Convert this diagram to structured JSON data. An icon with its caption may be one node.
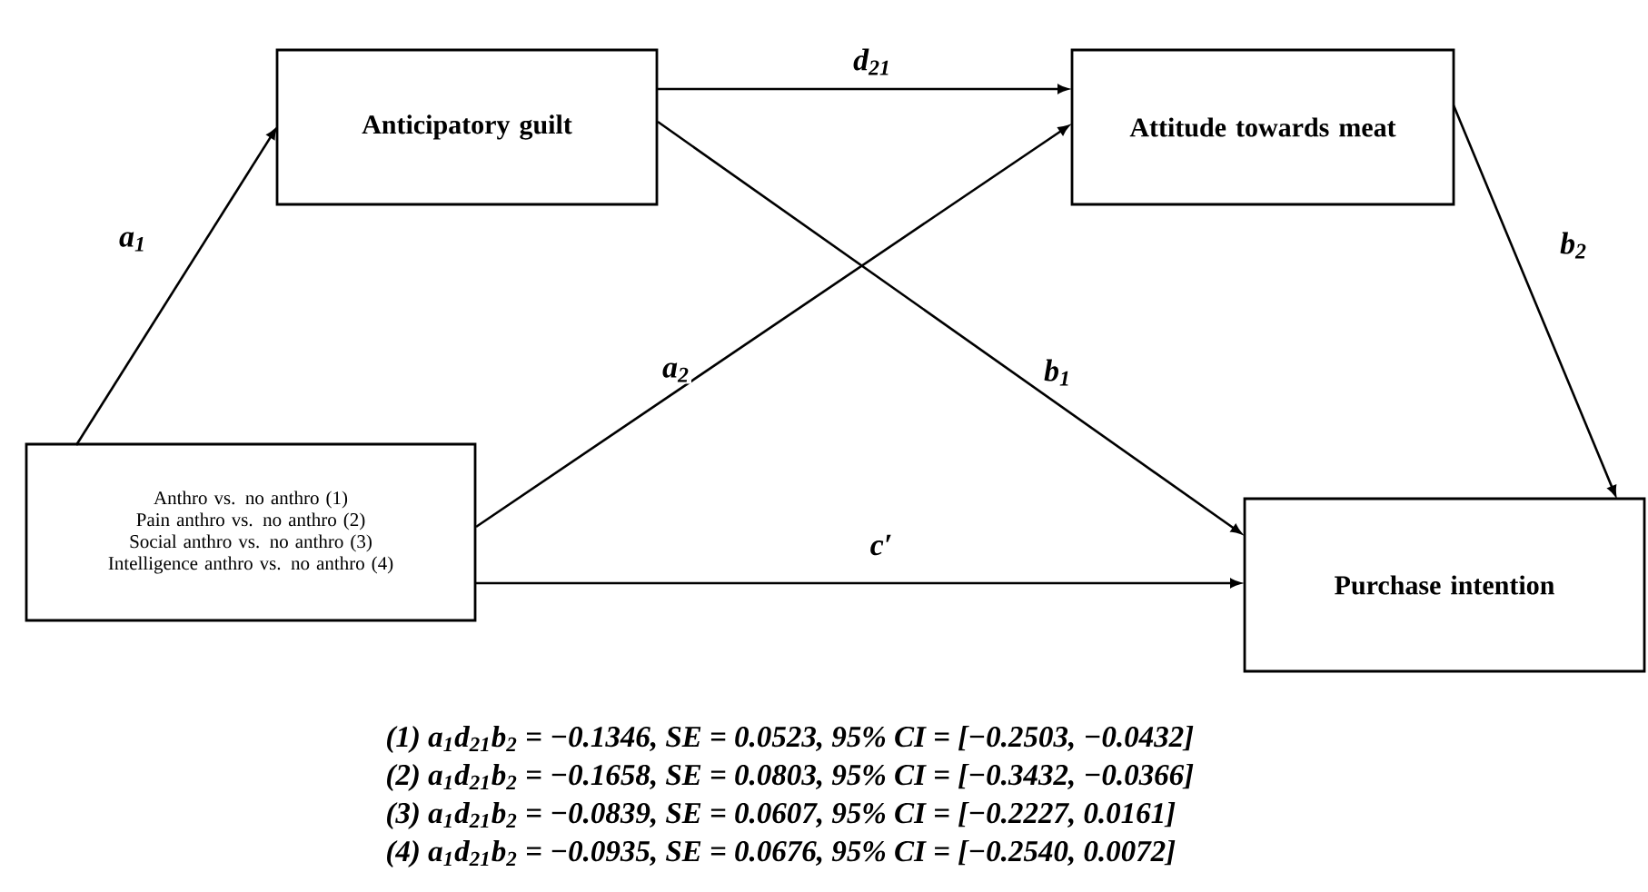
{
  "diagram": {
    "nodes": [
      {
        "text": [
          "Anthro vs. no anthro (1)",
          "Pain anthro vs. no anthro (2)",
          "Social anthro vs. no anthro (3)",
          "Intelligence anthro vs. no anthro (4)"
        ]
      },
      {
        "text": [
          "Anticipatory guilt"
        ]
      },
      {
        "text": [
          "Attitude towards meat"
        ]
      },
      {
        "text": [
          "Purchase intention"
        ]
      }
    ],
    "edges": [
      {
        "from": 0,
        "to": 1,
        "arrow": "to",
        "label": "a$_{1}$"
      },
      {
        "from": 1,
        "to": 2,
        "arrow": "to",
        "label": "d$_{21}$"
      },
      {
        "from": 0,
        "to": 2,
        "arrow": "to",
        "label": "a$_{2}$"
      },
      {
        "from": 1,
        "to": 3,
        "arrow": "to",
        "label": "b$_{1}$"
      },
      {
        "from": 2,
        "to": 3,
        "arrow": "to",
        "label": "b$_{2}$"
      },
      {
        "from": 0,
        "to": 3,
        "arrow": "to",
        "label": "c′"
      }
    ],
    "labels": [
      "(1) a$_{1}$d$_{21}$b$_{2}$ = −0.1346, SE = 0.0523, 95% CI = [−0.2503, −0.0432]",
      "(2) a$_{1}$d$_{21}$b$_{2}$ = −0.1658, SE = 0.0803, 95% CI = [−0.3432, −0.0366]",
      "(3) a$_{1}$d$_{21}$b$_{2}$ = −0.0839, SE = 0.0607, 95% CI = [−0.2227, 0.0161]",
      "(4) a$_{1}$d$_{21}$b$_{2}$ = −0.0935, SE = 0.0676, 95% CI = [−0.2540, 0.0072]"
    ]
  }
}
